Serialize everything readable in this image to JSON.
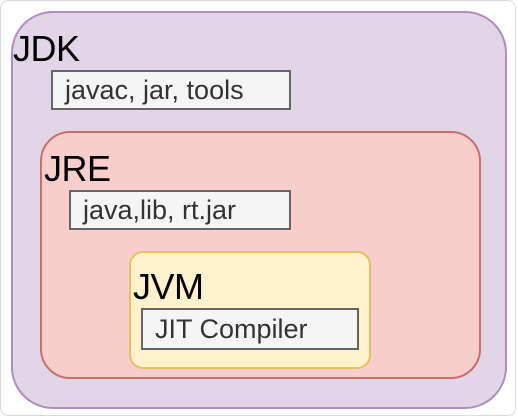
{
  "colors": {
    "jdk_fill": "#e1d5e7",
    "jdk_stroke": "#b28dbd",
    "jre_fill": "#f8cecc",
    "jre_stroke": "#c9706c",
    "jvm_fill": "#fff2cc",
    "jvm_stroke": "#e8c15f",
    "label_fill": "#f5f5f5",
    "label_stroke": "#666666"
  },
  "jdk": {
    "title": "JDK",
    "components": "javac, jar, tools"
  },
  "jre": {
    "title": "JRE",
    "components": "java,lib, rt.jar"
  },
  "jvm": {
    "title": "JVM",
    "components": "JIT Compiler"
  }
}
